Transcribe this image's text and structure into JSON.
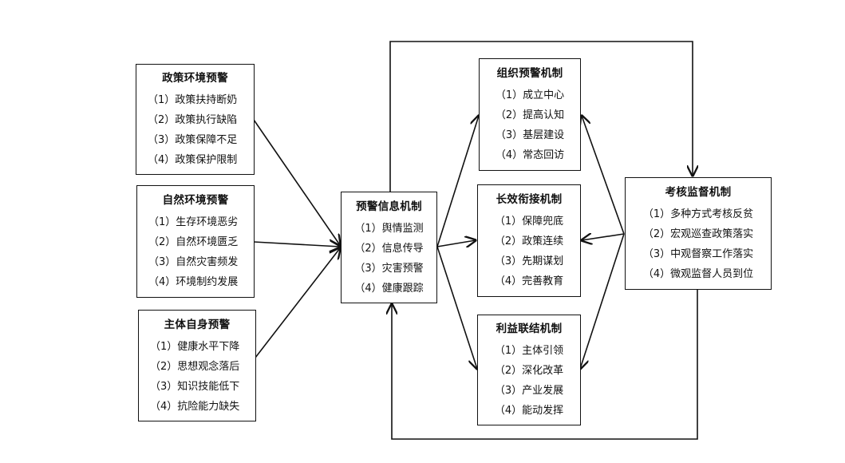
{
  "boxes": {
    "policy": {
      "title": "政策环境预警",
      "items": [
        "（1）政策扶持断奶",
        "（2）政策执行缺陷",
        "（3）政策保障不足",
        "（4）政策保护限制"
      ]
    },
    "nature": {
      "title": "自然环境预警",
      "items": [
        "（1）生存环境恶劣",
        "（2）自然环境匮乏",
        "（3）自然灾害频发",
        "（4）环境制约发展"
      ]
    },
    "subject": {
      "title": "主体自身预警",
      "items": [
        "（1）健康水平下降",
        "（2）思想观念落后",
        "（3）知识技能低下",
        "（4）抗险能力缺失"
      ]
    },
    "info": {
      "title": "预警信息机制",
      "items": [
        "（1）舆情监测",
        "（2）信息传导",
        "（3）灾害预警",
        "（4）健康跟踪"
      ]
    },
    "org": {
      "title": "组织预警机制",
      "items": [
        "（1）成立中心",
        "（2）提高认知",
        "（3）基层建设",
        "（4）常态回访"
      ]
    },
    "longterm": {
      "title": "长效衔接机制",
      "items": [
        "（1）保障兜底",
        "（2）政策连续",
        "（3）先期谋划",
        "（4）完善教育"
      ]
    },
    "interest": {
      "title": "利益联结机制",
      "items": [
        "（1）主体引领",
        "（2）深化改革",
        "（3）产业发展",
        "（4）能动发挥"
      ]
    },
    "supervision": {
      "title": "考核监督机制",
      "items": [
        "（1）多种方式考核反贫",
        "（2）宏观巡查政策落实",
        "（3）中观督察工作落实",
        "（4）微观监督人员到位"
      ]
    }
  },
  "edges": [
    {
      "from": "policy",
      "to": "info"
    },
    {
      "from": "nature",
      "to": "info"
    },
    {
      "from": "subject",
      "to": "info"
    },
    {
      "from": "info",
      "to": "org"
    },
    {
      "from": "info",
      "to": "longterm"
    },
    {
      "from": "info",
      "to": "interest"
    },
    {
      "from": "supervision",
      "to": "org"
    },
    {
      "from": "supervision",
      "to": "longterm"
    },
    {
      "from": "supervision",
      "to": "interest"
    },
    {
      "from": "info",
      "to": "supervision",
      "route": "top-loop"
    },
    {
      "from": "supervision",
      "to": "info",
      "route": "bottom-loop"
    }
  ],
  "colors": {
    "line": "#111111",
    "background": "#ffffff"
  }
}
